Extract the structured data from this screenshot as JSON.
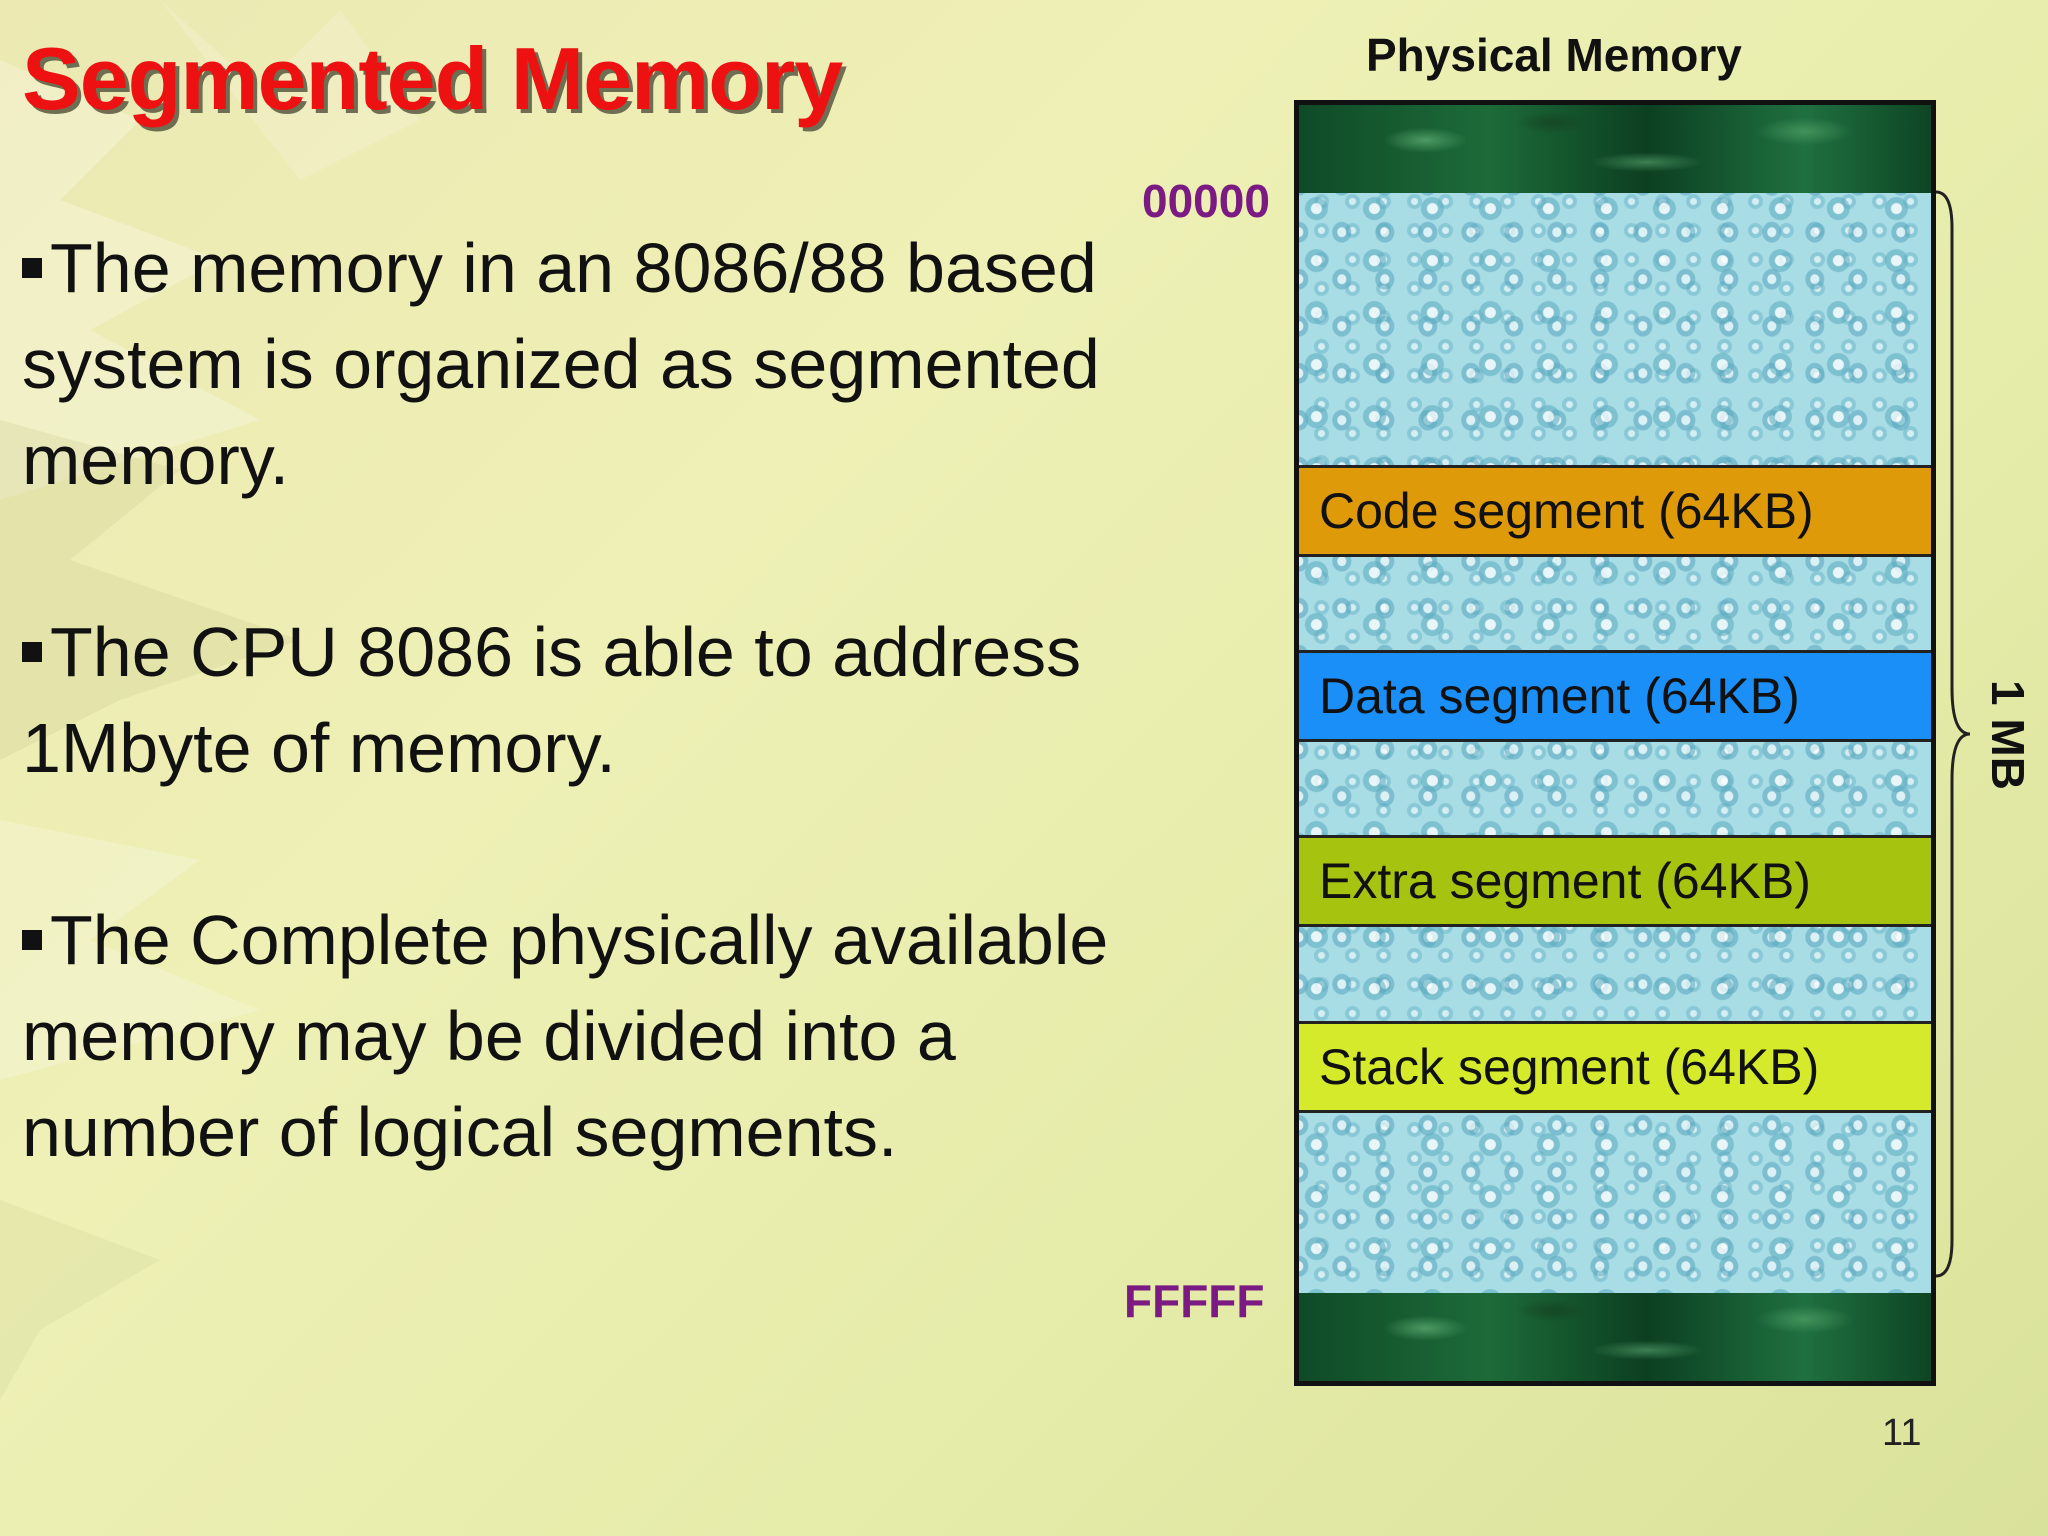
{
  "slide": {
    "title": "Segmented Memory",
    "bullets": [
      "The memory in an 8086/88 based system is organized as segmented memory.",
      "The CPU 8086 is able to address 1Mbyte of memory.",
      "The Complete physically available memory may be divided into a number of logical segments."
    ],
    "page_number": "11"
  },
  "diagram": {
    "title": "Physical Memory",
    "start_address": "00000",
    "end_address": "FFFFF",
    "size_label": "1 MB",
    "segments": [
      {
        "label": "Code segment (64KB)",
        "color": "#de9a09"
      },
      {
        "label": "Data segment (64KB)",
        "color": "#1a8ff7"
      },
      {
        "label": "Extra segment (64KB)",
        "color": "#a6c40f"
      },
      {
        "label": "Stack segment (64KB)",
        "color": "#d4ea2b"
      }
    ]
  },
  "colors": {
    "title": "#ee1111",
    "address": "#7a1a82"
  }
}
